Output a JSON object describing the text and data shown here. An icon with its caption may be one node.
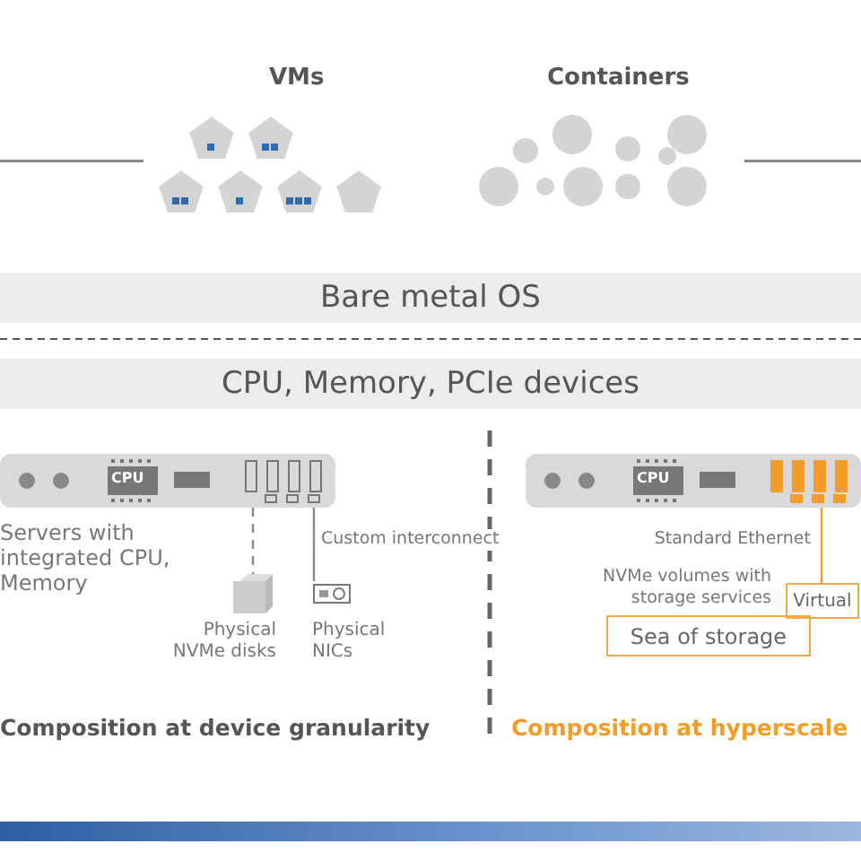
{
  "diagram": {
    "nodes": [
      {
        "text": [
          "Bare metal OS"
        ]
      },
      {
        "text": [
          "CPU, Memory, PCIe devices"
        ]
      },
      {
        "text": [],
        "shape": "bar",
        "beside": [
          "Servers with integrated CPU, Memory"
        ]
      },
      {
        "text": [],
        "shape": "box",
        "beside": [
          "Physical NVMe disks"
        ]
      },
      {
        "text": [],
        "shape": "picture",
        "beside": [
          "Physical NICs"
        ]
      },
      {
        "text": [],
        "shape": "bar"
      },
      {
        "text": [
          "Sea of storage"
        ]
      },
      {
        "text": [
          "Virtual"
        ]
      }
    ],
    "edges": [
      {
        "from": 2,
        "to": 3,
        "arrow": "none",
        "style": "dashed"
      },
      {
        "from": 2,
        "to": 4,
        "arrow": "none",
        "label": "Custom interconnect"
      },
      {
        "from": 5,
        "to": 7,
        "arrow": "none",
        "label": "Standard Ethernet",
        "color": "#f39c27"
      }
    ],
    "labels": [
      "VMs",
      "Containers",
      "CPU",
      "CPU",
      "NVMe volumes with storage services",
      "Composition at device granularity",
      "Composition at hyperscale"
    ]
  }
}
